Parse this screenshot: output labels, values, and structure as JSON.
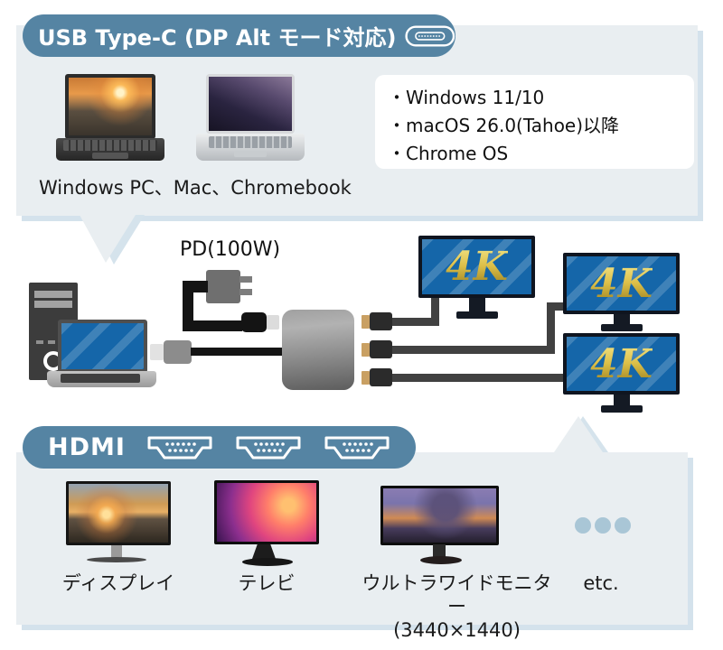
{
  "colors": {
    "accent_blue": "#5584a3",
    "panel_bg": "#e9eef1",
    "panel_shadow": "#d4e2ec",
    "screen_blue": "#1566a9",
    "gold": "#d4b53a",
    "dot_blue": "#a9c6d6"
  },
  "usb_section": {
    "title": "USB Type-C (DP Alt モード対応)",
    "devices_caption": "Windows PC、Mac、Chromebook",
    "os_list": [
      "・Windows 11/10",
      "・macOS 26.0(Tahoe)以降",
      "・Chrome OS"
    ]
  },
  "diagram": {
    "power_label": "PD(100W)",
    "monitor_labels": [
      "4K",
      "4K",
      "4K"
    ]
  },
  "hdmi_section": {
    "title": "HDMI",
    "device_labels": [
      "ディスプレイ",
      "テレビ",
      "ウルトラワイドモニター",
      "etc."
    ],
    "ultrawide_resolution": "(3440×1440)"
  }
}
